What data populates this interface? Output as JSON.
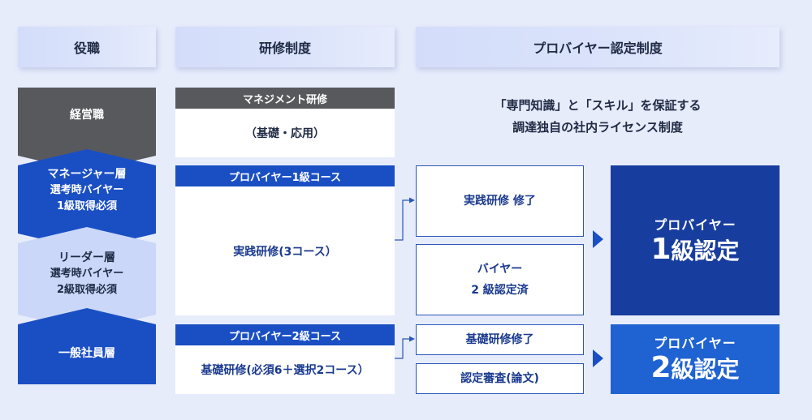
{
  "headers": {
    "position": "役職",
    "training": "研修制度",
    "certification": "プロバイヤー認定制度"
  },
  "ranks": {
    "executive": {
      "label": "経営職"
    },
    "manager": {
      "label": "マネージャー層",
      "line2": "選考時バイヤー",
      "line3": "1級取得必須"
    },
    "leader": {
      "label": "リーダー層",
      "line2": "選考時バイヤー",
      "line3": "2級取得必須"
    },
    "general": {
      "label": "一般社員層"
    }
  },
  "training": {
    "management": {
      "title": "マネジメント研修",
      "body": "（基礎・応用）"
    },
    "level1": {
      "title": "プロバイヤー1級コース",
      "body": "実践研修(3コース）"
    },
    "level2": {
      "title": "プロバイヤー2級コース",
      "body": "基礎研修(必須6＋選択2コース）"
    }
  },
  "description": {
    "line1": "「専門知識」と「スキル」を保証する",
    "line2": "調達独自の社内ライセンス制度"
  },
  "requirements": {
    "practical_done": "実践研修 修了",
    "buyer_level2_line1": "バイヤー",
    "buyer_level2_line2": "2 級認定済",
    "basic_done": "基礎研修修了",
    "review": "認定審査(論文)"
  },
  "certs": {
    "level1": {
      "title": "プロバイヤー",
      "number": "1",
      "suffix": "級認定"
    },
    "level2": {
      "title": "プロバイヤー",
      "number": "2",
      "suffix": "級認定"
    }
  },
  "colors": {
    "background": "#e7ecfb",
    "executive": "#58595c",
    "manager": "#1a4fc4",
    "leader": "#cad7f8",
    "general": "#1a4fc4",
    "cert_level1": "#173d9e",
    "cert_level2": "#1f63d2",
    "connector": "#2b57b8"
  }
}
